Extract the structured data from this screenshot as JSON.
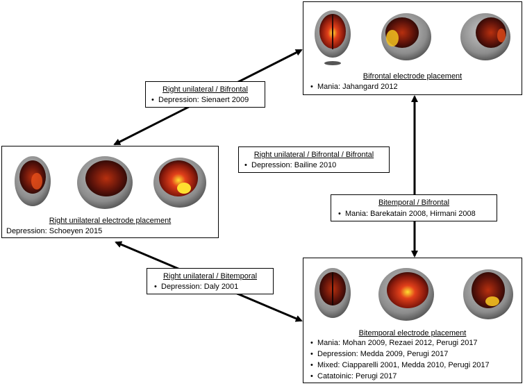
{
  "bifrontal": {
    "title": "Bifrontal electrode placement",
    "items": [
      "Mania: Jahangard 2012"
    ]
  },
  "right_unilateral": {
    "title": "Right unilateral electrode placement",
    "items": [
      "Depression: Schoeyen 2015"
    ]
  },
  "bitemporal": {
    "title": "Bitemporal electrode placement",
    "items": [
      "Mania: Mohan 2009, Rezaei 2012, Perugi 2017",
      "Depression: Medda 2009, Perugi 2017",
      "Mixed: Ciapparelli 2001, Medda 2010, Perugi 2017",
      "Catatoinic: Perugi 2017"
    ]
  },
  "link_rul_bf": {
    "title": "Right unilateral  / Bifrontal",
    "items": [
      "Depression: Sienaert 2009"
    ]
  },
  "link_rul_bf_bf": {
    "title": "Right unilateral  / Bifrontal  / Bifrontal",
    "items": [
      "Depression: Bailine 2010"
    ]
  },
  "link_bt_bf": {
    "title": "Bitemporal / Bifrontal",
    "items": [
      "Mania: Barekatain 2008, Hirmani 2008"
    ]
  },
  "link_rul_bt": {
    "title": "Right unilateral  / Bitemporal",
    "items": [
      "Depression: Daly 2001"
    ]
  },
  "colors": {
    "head": "#8a8a8a",
    "cortex": "#3a0d08",
    "activation": "#d63a12",
    "hot": "#ffe030"
  }
}
